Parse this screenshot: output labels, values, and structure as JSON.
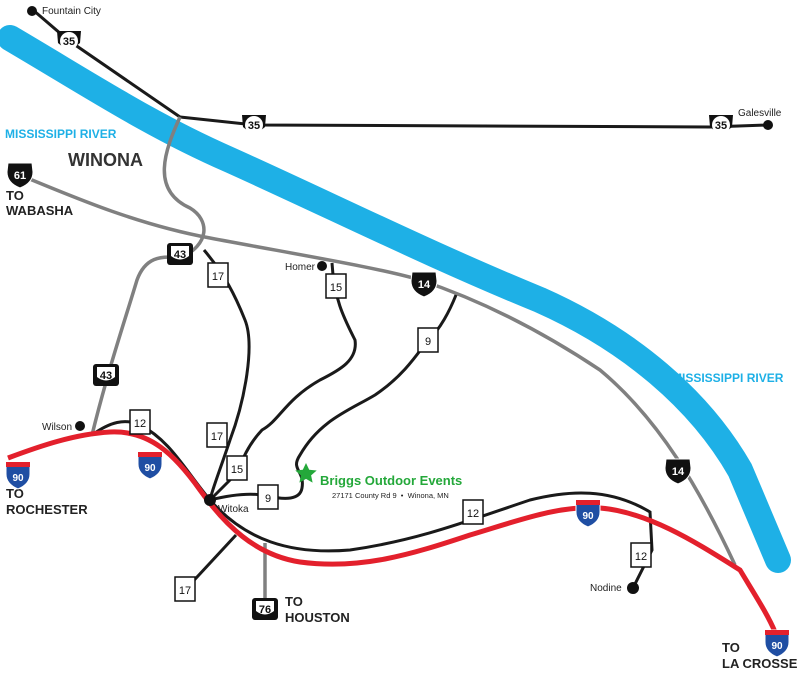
{
  "colors": {
    "river": "#1eb0e6",
    "interstate": "#e3202c",
    "interstate_shield": "#1f4ea3",
    "us_highway": "#808080",
    "state_road": "#1a1a1a",
    "county_road": "#1a1a1a",
    "venue": "#24a83a"
  },
  "rivers": {
    "north_label": "MISSISSIPPI RIVER",
    "south_label": "MISSISSIPPI RIVER"
  },
  "city_label": "WINONA",
  "towns": {
    "fountain_city": "Fountain City",
    "galesville": "Galesville",
    "homer": "Homer",
    "wilson": "Wilson",
    "witoka": "Witoka",
    "nodine": "Nodine"
  },
  "directions": {
    "wabasha_to": "TO",
    "wabasha": "WABASHA",
    "rochester_to": "TO",
    "rochester": "ROCHESTER",
    "houston_to": "TO",
    "houston": "HOUSTON",
    "lacrosse_to": "TO",
    "lacrosse": "LA CROSSE"
  },
  "venue": {
    "name": "Briggs Outdoor Events",
    "address": "27171 County Rd 9  •  Winona, MN",
    "icon": "star-icon"
  },
  "route_numbers": {
    "wi35_north": "35",
    "wi35_mid": "35",
    "wi35_east": "35",
    "us61": "61",
    "mn43_north": "43",
    "mn43_south": "43",
    "us14_north": "14",
    "us14_south": "14",
    "co17_north": "17",
    "co17_mid": "17",
    "co17_south": "17",
    "co15_north": "15",
    "co15_south": "15",
    "co9_north": "9",
    "co9_south": "9",
    "co12_west": "12",
    "co12_mid": "12",
    "co12_east": "12",
    "mn76": "76",
    "i90_west": "90",
    "i90_mid": "90",
    "i90_east": "90",
    "i90_lacrosse": "90"
  }
}
